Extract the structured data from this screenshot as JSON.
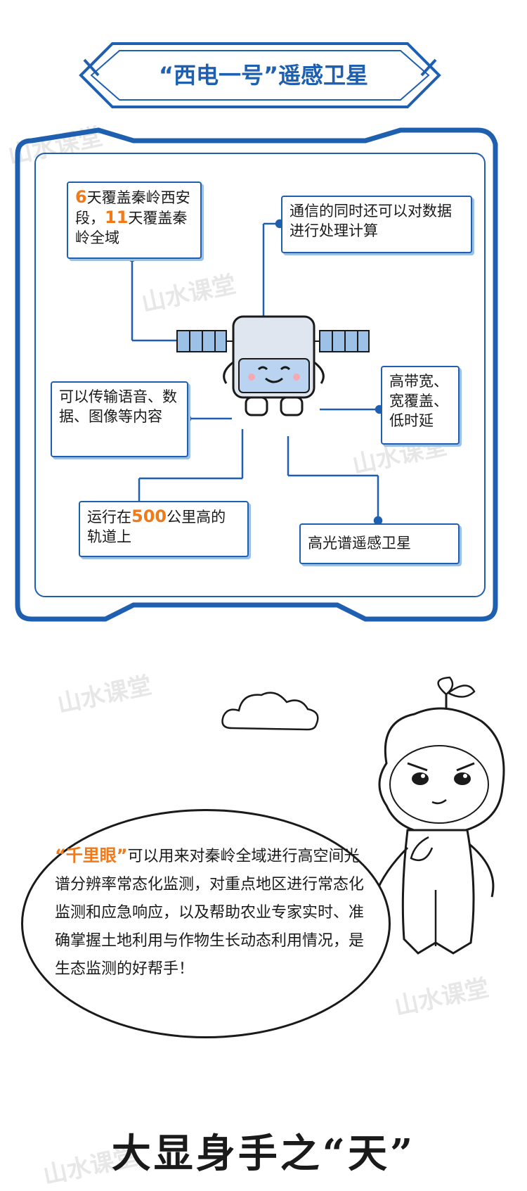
{
  "title": "“西电一号”遥感卫星",
  "features": {
    "coverage": {
      "pre1": "6",
      "t1": "天覆盖秦岭西安段，",
      "pre2": "11",
      "t2": "天覆盖秦岭全域"
    },
    "compute": "通信的同时还可以对数据进行处理计算",
    "transmit": "可以传输语音、数据、图像等内容",
    "bandwidth": "高带宽、宽覆盖、低时延",
    "orbit": {
      "t1": "运行在",
      "num": "500",
      "t2": "公里高的轨道上"
    },
    "spectral": "高光谱遥感卫星"
  },
  "speech": {
    "quote": "“千里眼”",
    "text": "可以用来对秦岭全域进行高空间光谱分辨率常态化监测，对重点地区进行常态化监测和应急响应，以及帮助农业专家实时、准确掌握土地利用与作物生长动态利用情况，是生态监测的好帮手！"
  },
  "heading": "大显身手之“天”",
  "watermark": "山水课堂",
  "colors": {
    "primary": "#1f5fb0",
    "accent": "#f07a1a",
    "shadow": "#9cc0e6"
  }
}
